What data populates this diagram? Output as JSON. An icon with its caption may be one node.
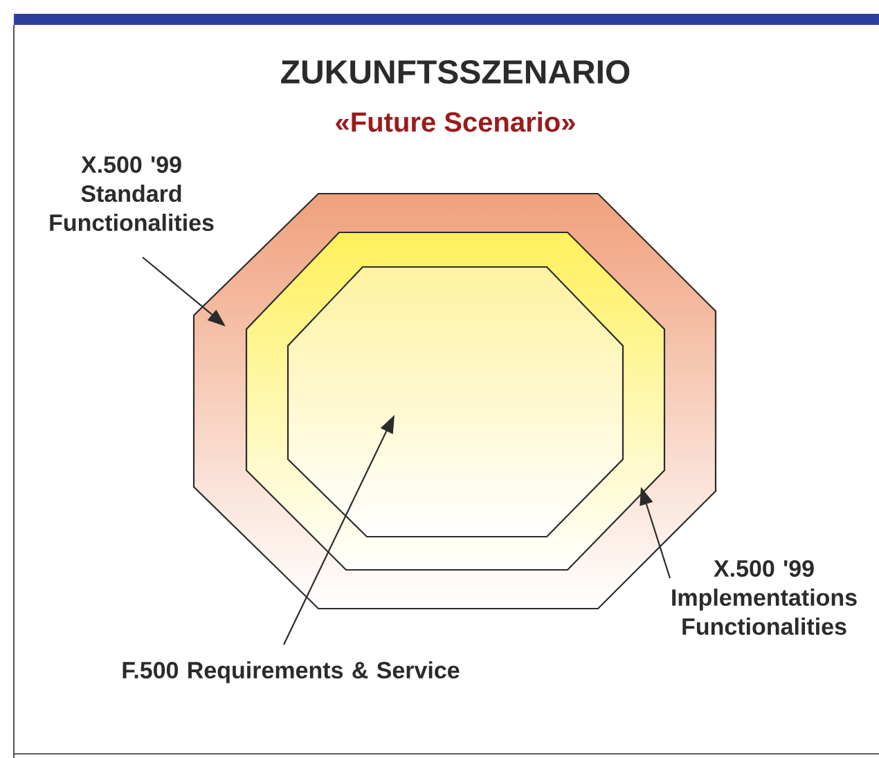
{
  "diagram": {
    "title": "ZUKUNFTSSZENARIO",
    "nodes": [
      {
        "text": [],
        "shape": "octagon"
      },
      {
        "text": [],
        "shape": "octagon",
        "in": 0
      },
      {
        "text": [],
        "shape": "octagon",
        "in": 1
      },
      {
        "text": [
          "X.500 '99 Standard Functionalities"
        ]
      },
      {
        "text": [
          "F.500 Requirements & Service"
        ]
      },
      {
        "text": [
          "X.500 '99 Implementations Functionalities"
        ]
      }
    ],
    "edges": [
      {
        "from": 3,
        "to": 0,
        "arrow": "to"
      },
      {
        "from": 4,
        "to": 2,
        "arrow": "to"
      },
      {
        "from": 5,
        "to": 1,
        "arrow": "to"
      }
    ],
    "labels": [
      "«Future Scenario»"
    ]
  }
}
